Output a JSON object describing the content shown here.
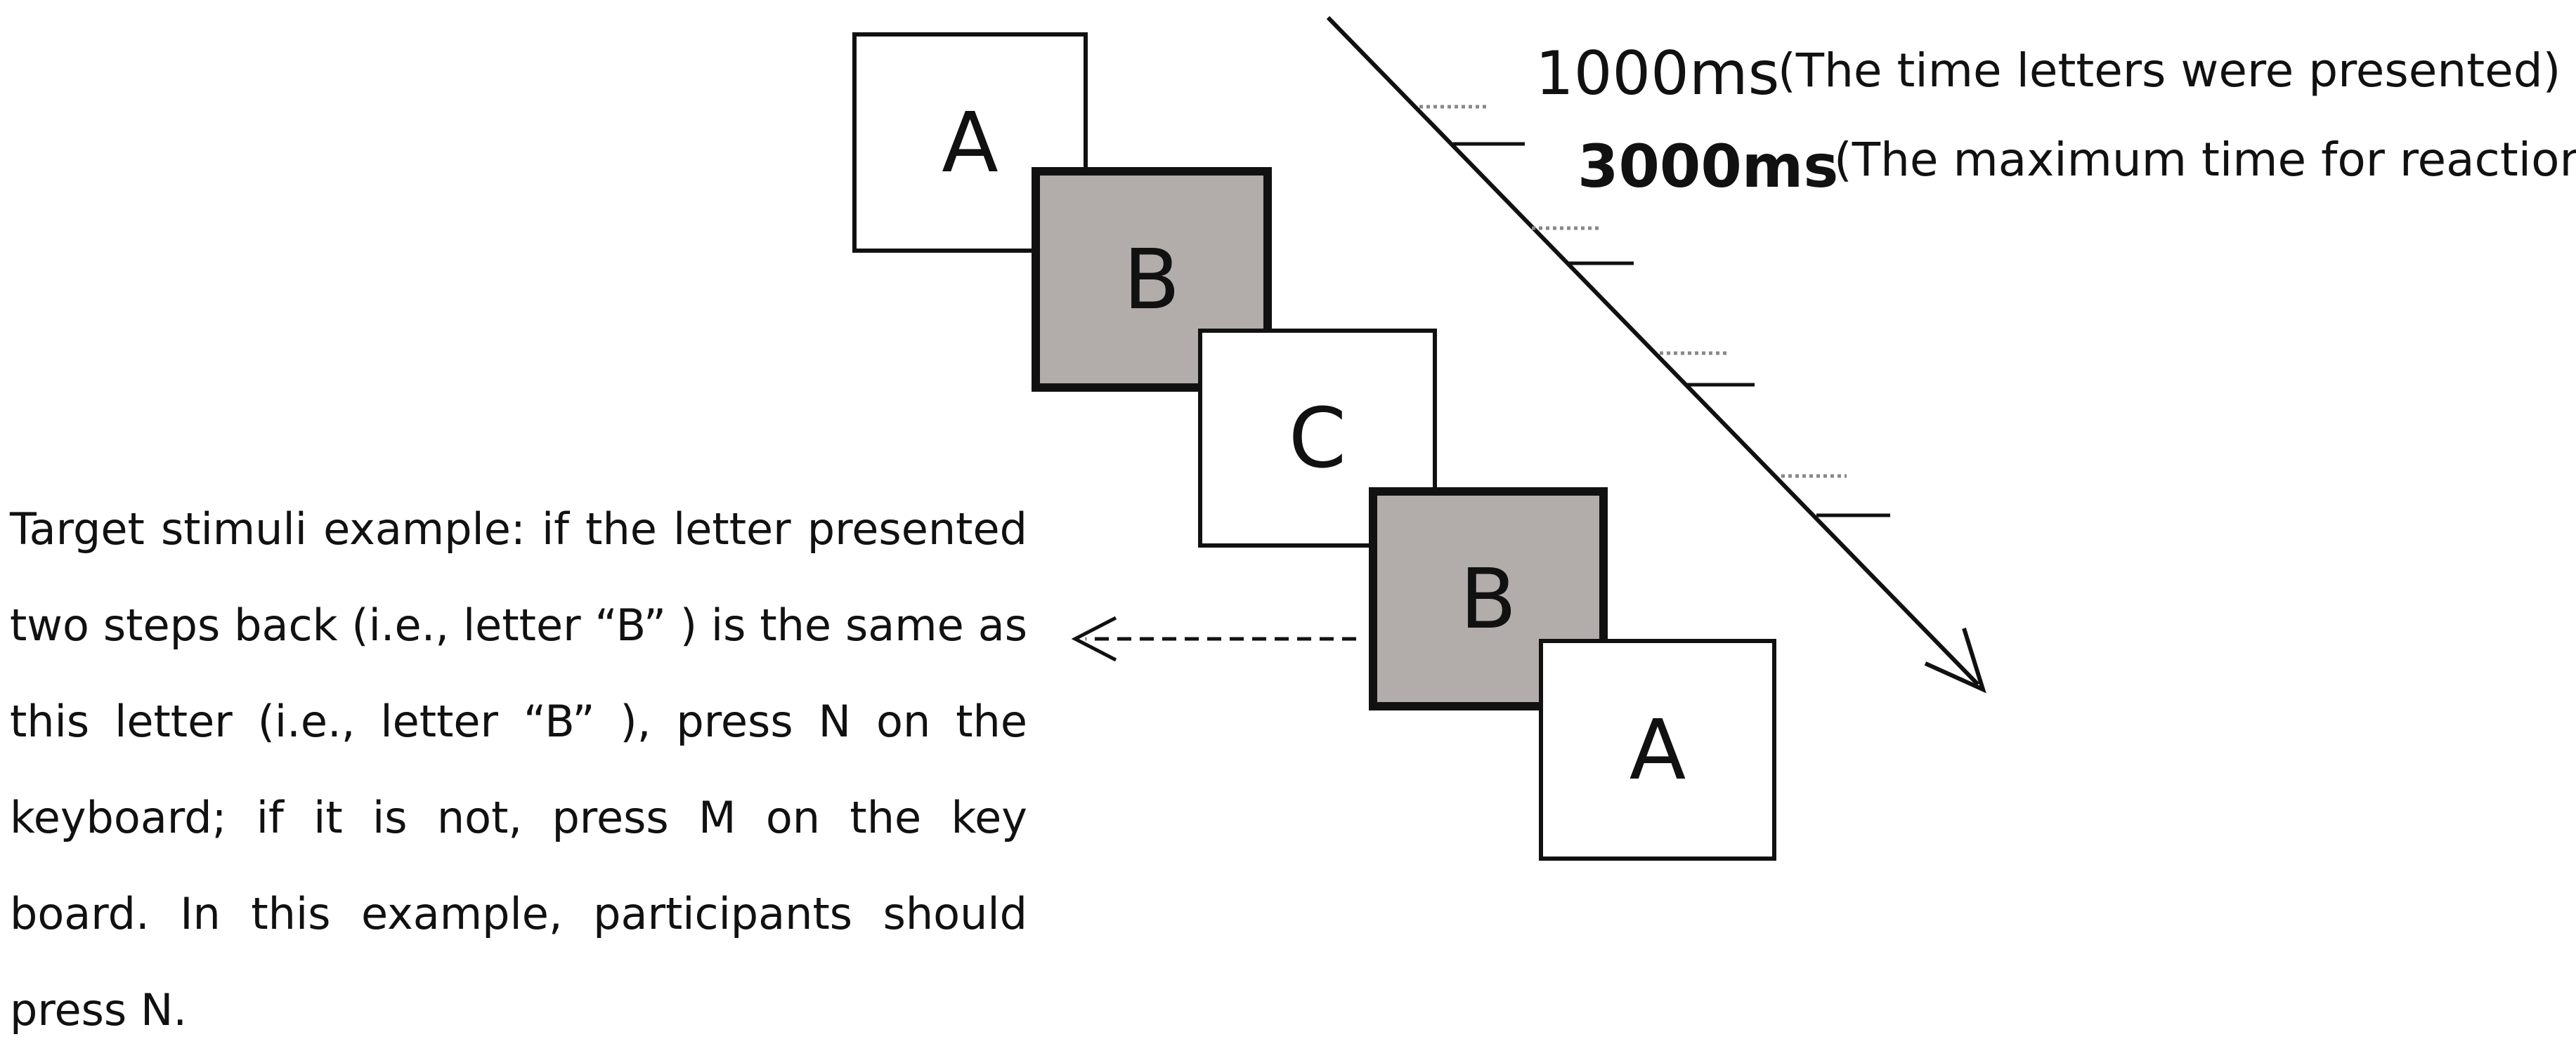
{
  "stimuli": [
    {
      "letter": "A",
      "shade": "white"
    },
    {
      "letter": "B",
      "shade": "grey"
    },
    {
      "letter": "C",
      "shade": "white"
    },
    {
      "letter": "B",
      "shade": "grey"
    },
    {
      "letter": "A",
      "shade": "white"
    }
  ],
  "timing": {
    "presentation": {
      "value": "1000ms",
      "description": "(The time letters were presented)"
    },
    "reaction": {
      "value": "3000ms",
      "description": "(The maximum time for reaction)"
    }
  },
  "instruction_text": "Target stimuli example: if the letter presented two steps back (i.e., letter “B” ) is the same as this letter (i.e., letter “B” ), press N on the keyboard; if it is not, press M on the key board. In this example, participants should press N.",
  "colors": {
    "grey_fill": "#b2adaa",
    "line": "#111111",
    "tick_dotted": "#888888"
  }
}
